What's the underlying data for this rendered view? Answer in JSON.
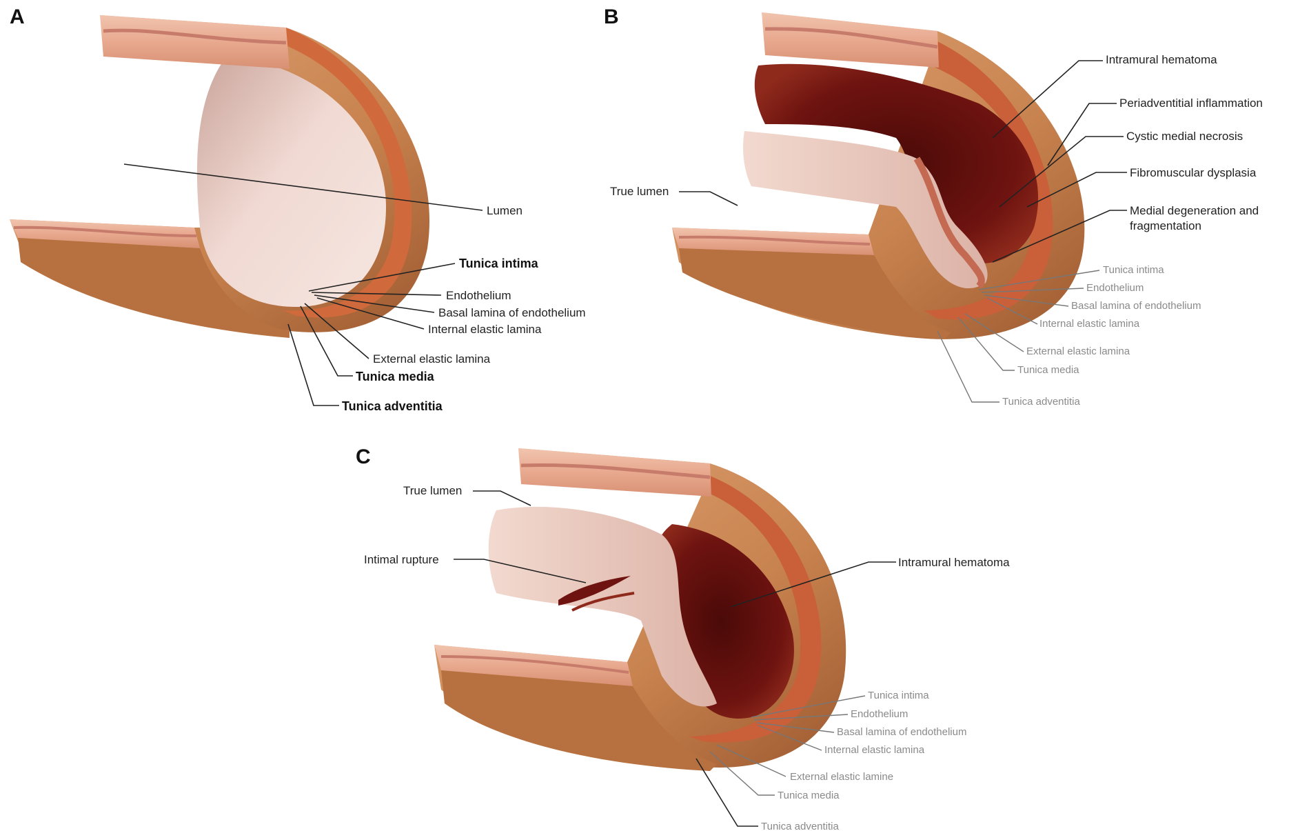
{
  "panels": [
    {
      "letter": "A",
      "labels": {
        "lumen": "Lumen",
        "tunica_intima": "Tunica intima",
        "endothelium": "Endothelium",
        "basal_lamina": "Basal lamina of endothelium",
        "internal_elastic_lamina": "Internal elastic lamina",
        "external_elastic_lamina": "External elastic lamina",
        "tunica_media": "Tunica media",
        "tunica_adventitia": "Tunica adventitia"
      }
    },
    {
      "letter": "B",
      "labels": {
        "intramural_hematoma": "Intramural hematoma",
        "periadventitial_inflammation": "Periadventitial inflammation",
        "cystic_medial_necrosis": "Cystic medial necrosis",
        "fibromuscular_dysplasia": "Fibromuscular dysplasia",
        "medial_degeneration_1": "Medial degeneration and",
        "medial_degeneration_2": "fragmentation",
        "true_lumen": "True lumen",
        "tunica_intima": "Tunica intima",
        "endothelium": "Endothelium",
        "basal_lamina": "Basal lamina of endothelium",
        "internal_elastic_lamina": "Internal elastic lamina",
        "external_elastic_lamina": "External elastic lamina",
        "tunica_media": "Tunica media",
        "tunica_adventitia": "Tunica adventitia"
      }
    },
    {
      "letter": "C",
      "labels": {
        "true_lumen": "True lumen",
        "intimal_rupture": "Intimal rupture",
        "intramural_hematoma": "Intramural hematoma",
        "tunica_intima": "Tunica intima",
        "endothelium": "Endothelium",
        "basal_lamina": "Basal lamina of endothelium",
        "internal_elastic_lamina": "Internal elastic lamina",
        "external_elastic_lamina": "External elastic lamine",
        "tunica_media": "Tunica media",
        "tunica_adventitia": "Tunica adventitia"
      }
    }
  ],
  "colors": {
    "adventitia": "#c8834f",
    "adventitia_dark": "#a95f32",
    "media": "#d06a3c",
    "intima": "#f3d7cf",
    "lumen_inner": "#e9c7bc",
    "hematoma": "#6e1310",
    "hematoma_dark": "#4a0a08",
    "cut_face": "#e8a98f",
    "cut_stripe": "#c77b6a"
  }
}
